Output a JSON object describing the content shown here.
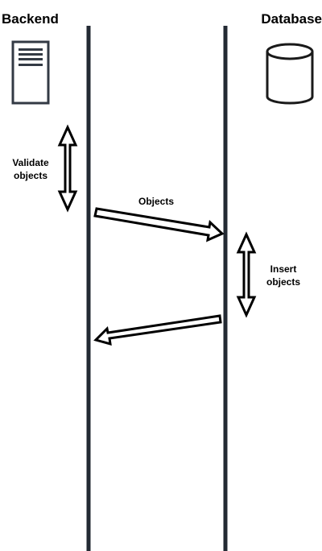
{
  "backend": {
    "title": "Backend",
    "icon": "server-icon",
    "self_note": [
      "Validate",
      "objects"
    ]
  },
  "database": {
    "title": "Database",
    "icon": "database-cylinder-icon",
    "self_note": [
      "Insert",
      "objects"
    ]
  },
  "messages": [
    {
      "label": "Objects",
      "from": "backend",
      "to": "database"
    },
    {
      "label": "",
      "from": "database",
      "to": "backend"
    }
  ],
  "colors": {
    "lifeline": "#232a33",
    "stroke": "#000000",
    "arrow_fill": "#ffffff"
  }
}
